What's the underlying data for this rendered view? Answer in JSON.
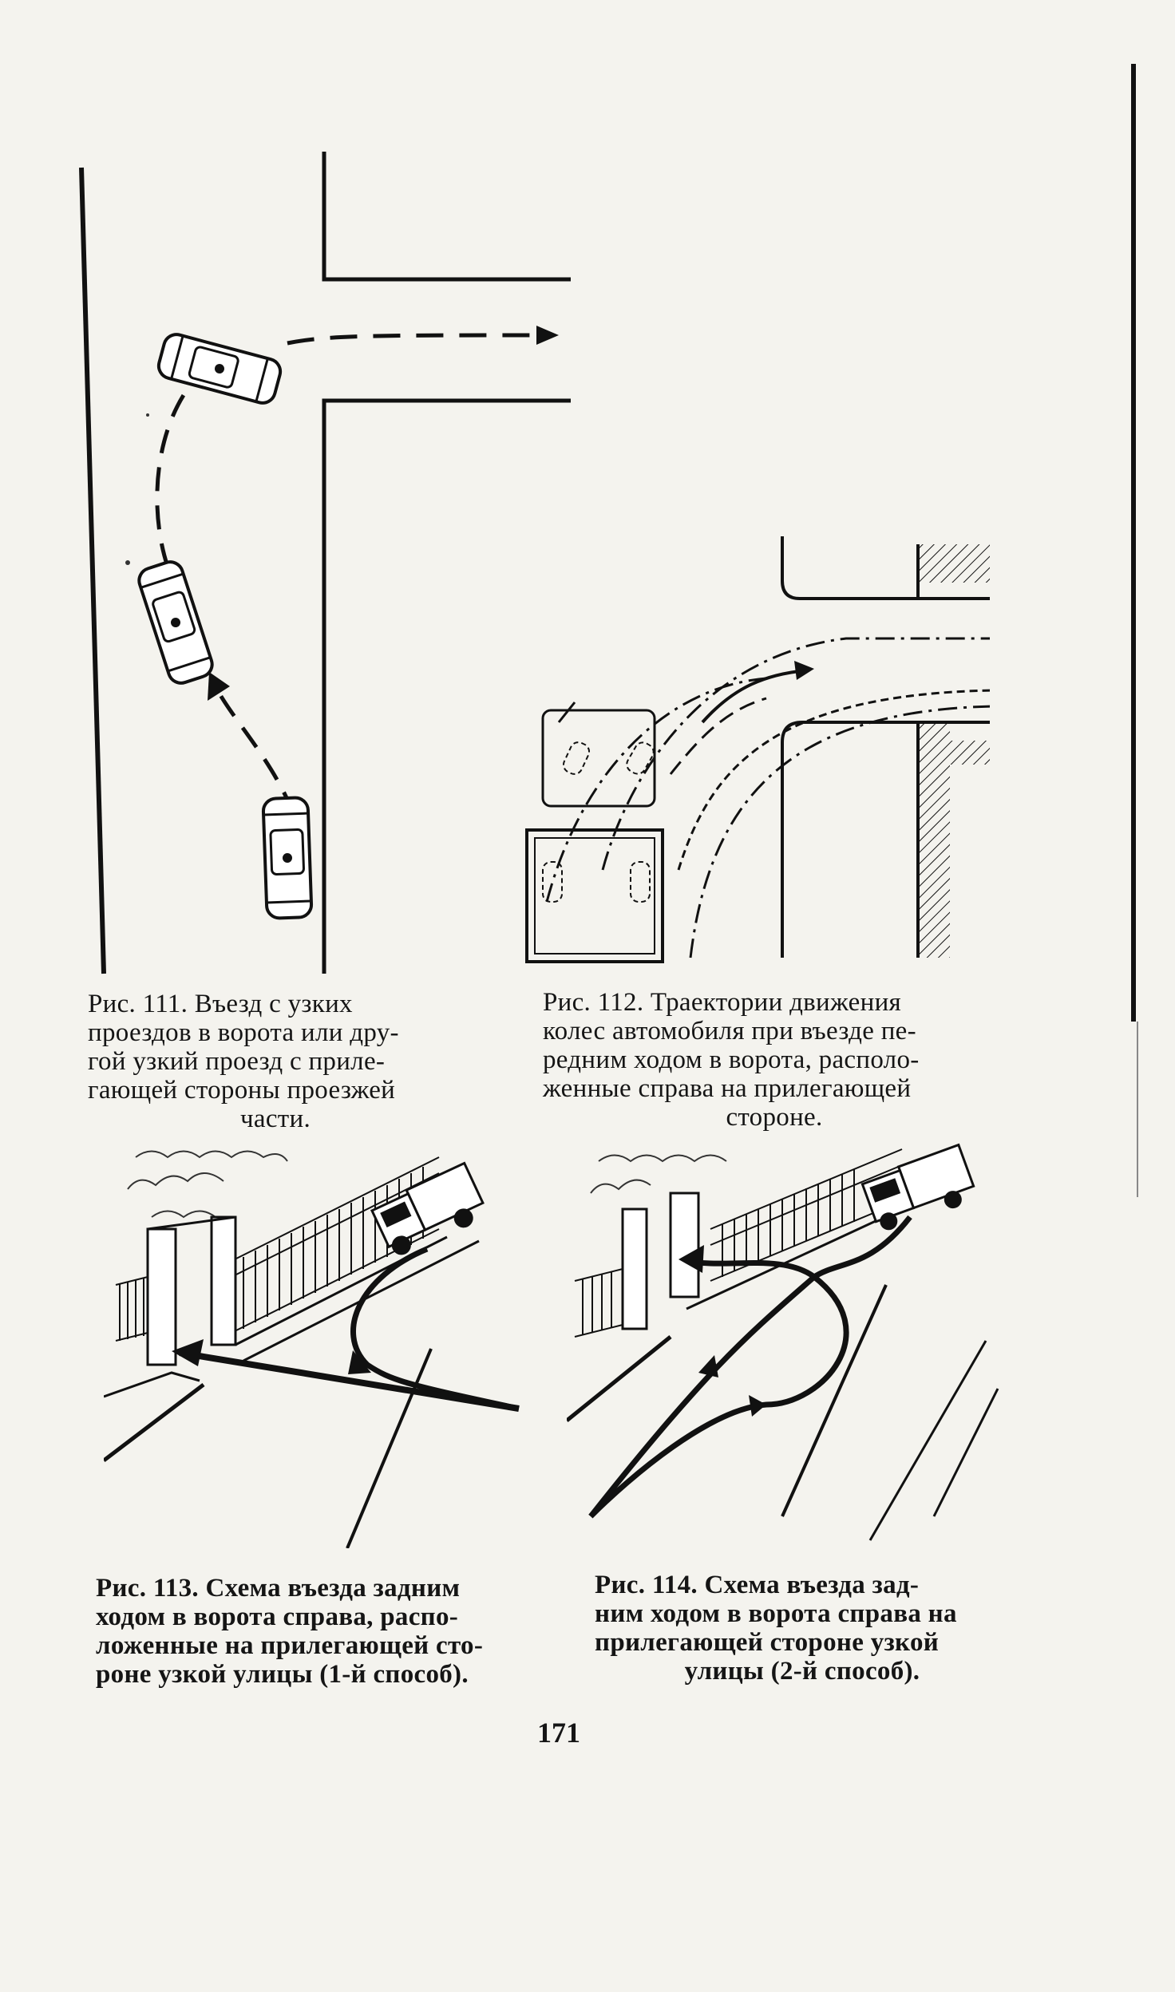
{
  "captions": {
    "fig111": {
      "lines": [
        "Рис. 111. Въезд с узких",
        "проездов в ворота или дру-",
        "гой узкий проезд с приле-",
        "гающей стороны проезжей"
      ],
      "last": "части."
    },
    "fig112": {
      "lines": [
        "Рис. 112. Траектории движения",
        "колес автомобиля при въезде пе-",
        "редним ходом в ворота, располо-",
        "женные справа на прилегающей"
      ],
      "last": "стороне."
    },
    "fig113": {
      "lines": [
        "Рис. 113. Схема въезда задним",
        "ходом в ворота справа, распо-",
        "ложенные на прилегающей сто-",
        "роне узкой улицы (1-й способ)."
      ],
      "last": ""
    },
    "fig114": {
      "lines": [
        "Рис. 114. Схема въезда зад-",
        "ним ходом в ворота справа на",
        "прилегающей стороне узкой"
      ],
      "last": "улицы (2-й способ)."
    }
  },
  "page_number": "171"
}
